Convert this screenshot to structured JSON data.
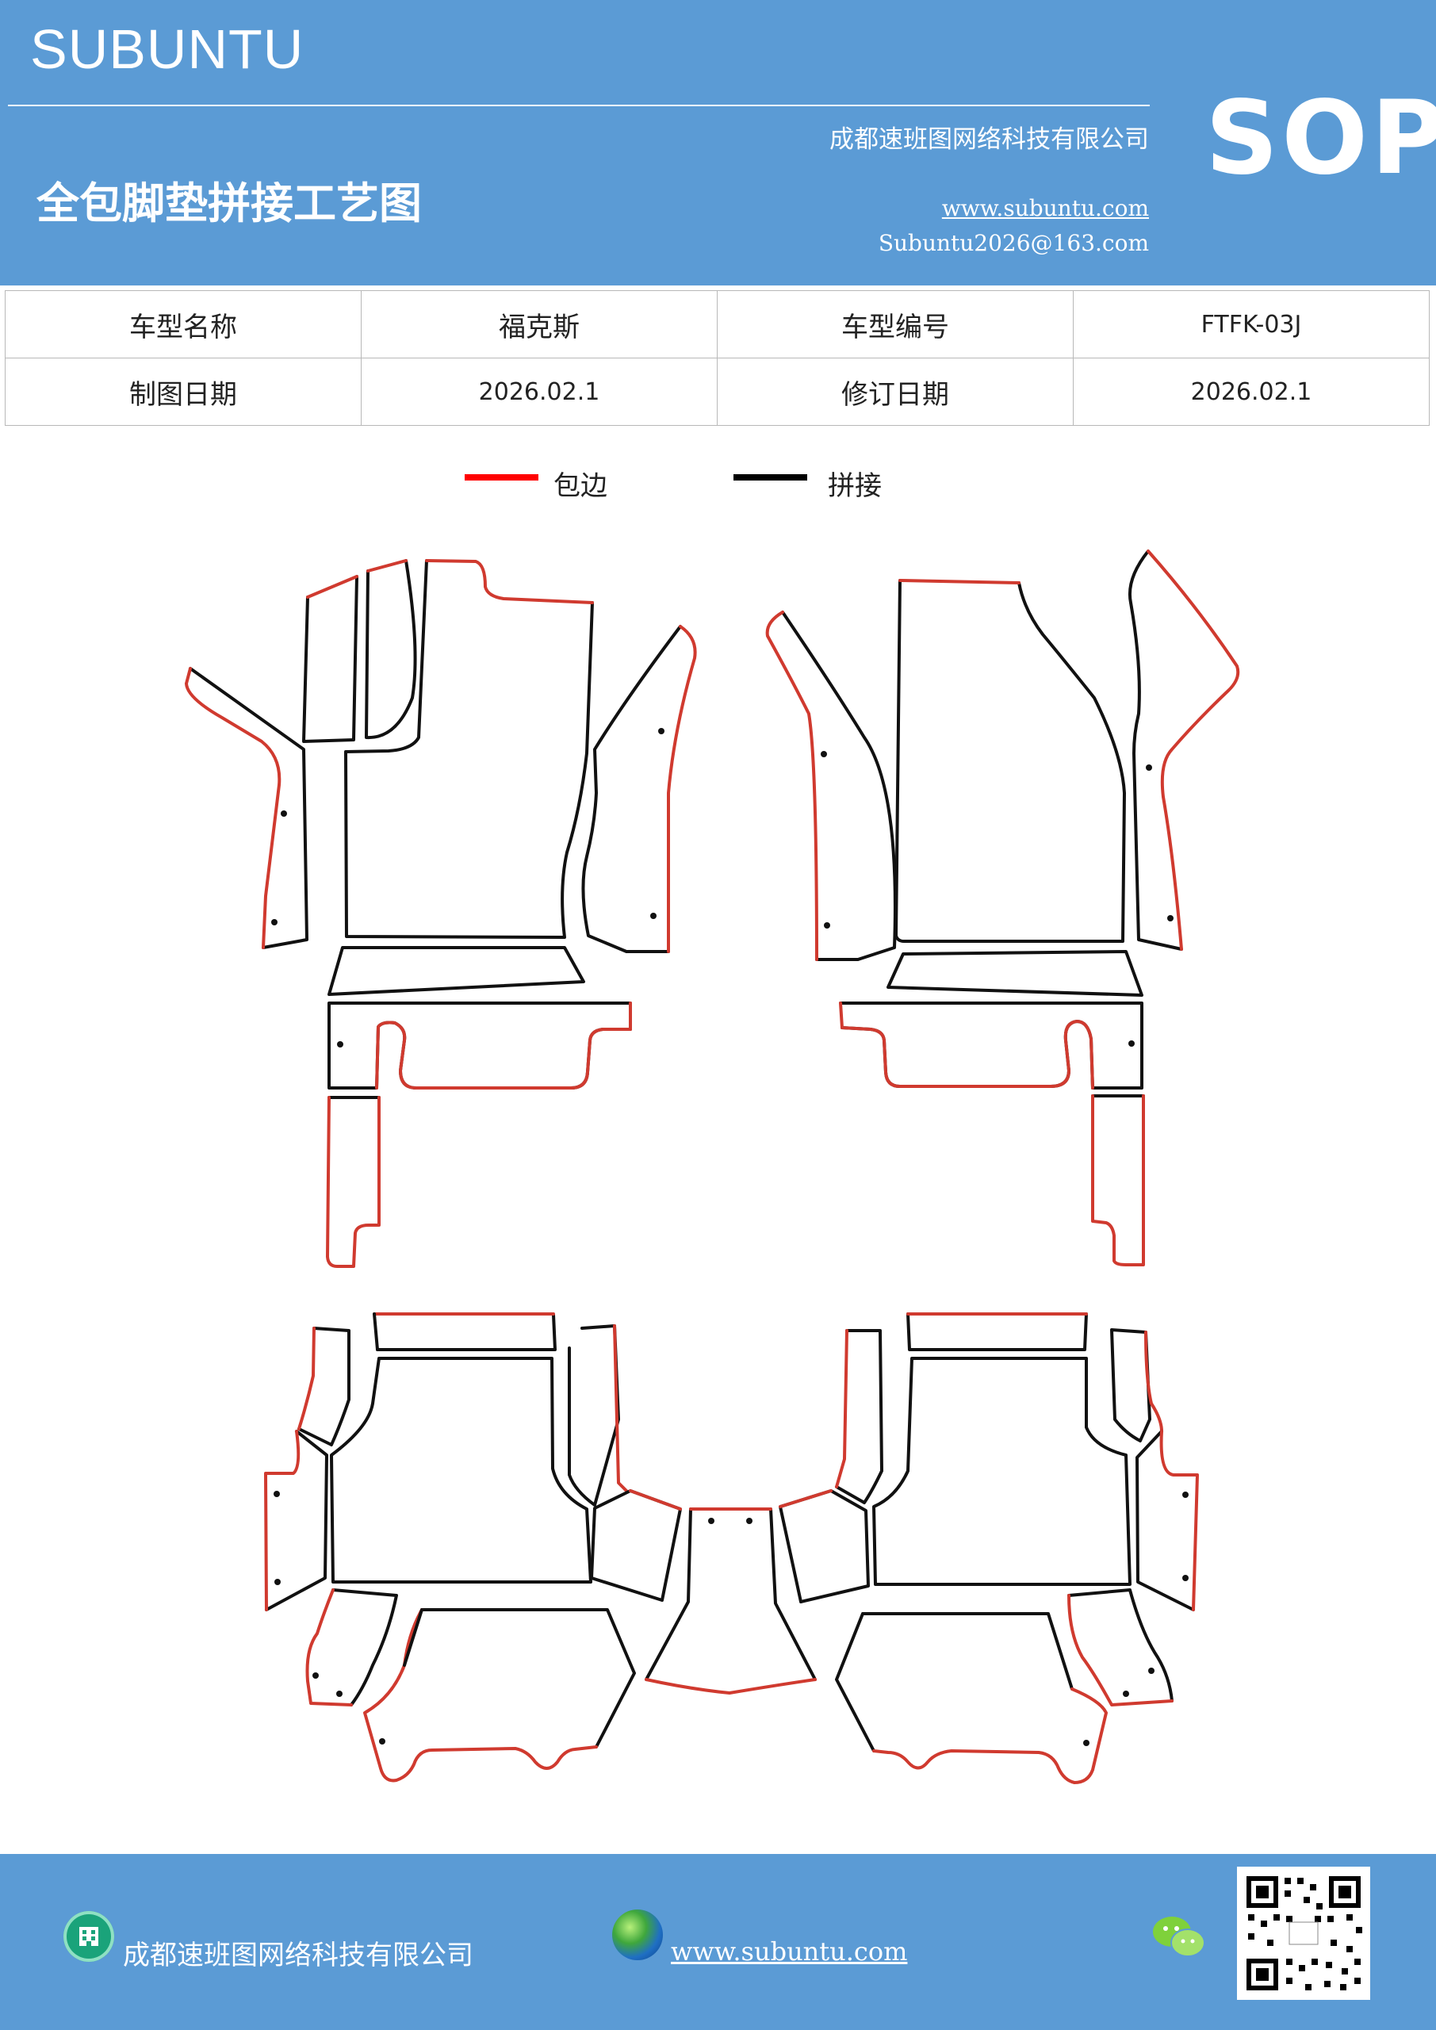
{
  "header": {
    "brand": "SUBUNTU",
    "company": "成都速班图网络科技有限公司",
    "title": "全包脚垫拼接工艺图",
    "website": "www.subuntu.com",
    "email": "Subuntu2026@163.com",
    "badge": "SOP"
  },
  "info_table": {
    "rows": [
      [
        "车型名称",
        "福克斯",
        "车型编号",
        "FTFK-03J"
      ],
      [
        "制图日期",
        "2026.02.1",
        "修订日期",
        "2026.02.1"
      ]
    ]
  },
  "legend": {
    "items": [
      {
        "label": "包边",
        "color": "#ff0000"
      },
      {
        "label": "拼接",
        "color": "#000000"
      }
    ]
  },
  "footer": {
    "company": "成都速班图网络科技有限公司",
    "website": "www.subuntu.com",
    "building_icon": "building-icon",
    "globe_icon": "globe-icon",
    "wechat_icon": "wechat-icon",
    "qr_icon": "qr-code"
  },
  "colors": {
    "brand_blue": "#5b9bd5",
    "edge_red": "#d03a2f",
    "seam_black": "#111111"
  }
}
